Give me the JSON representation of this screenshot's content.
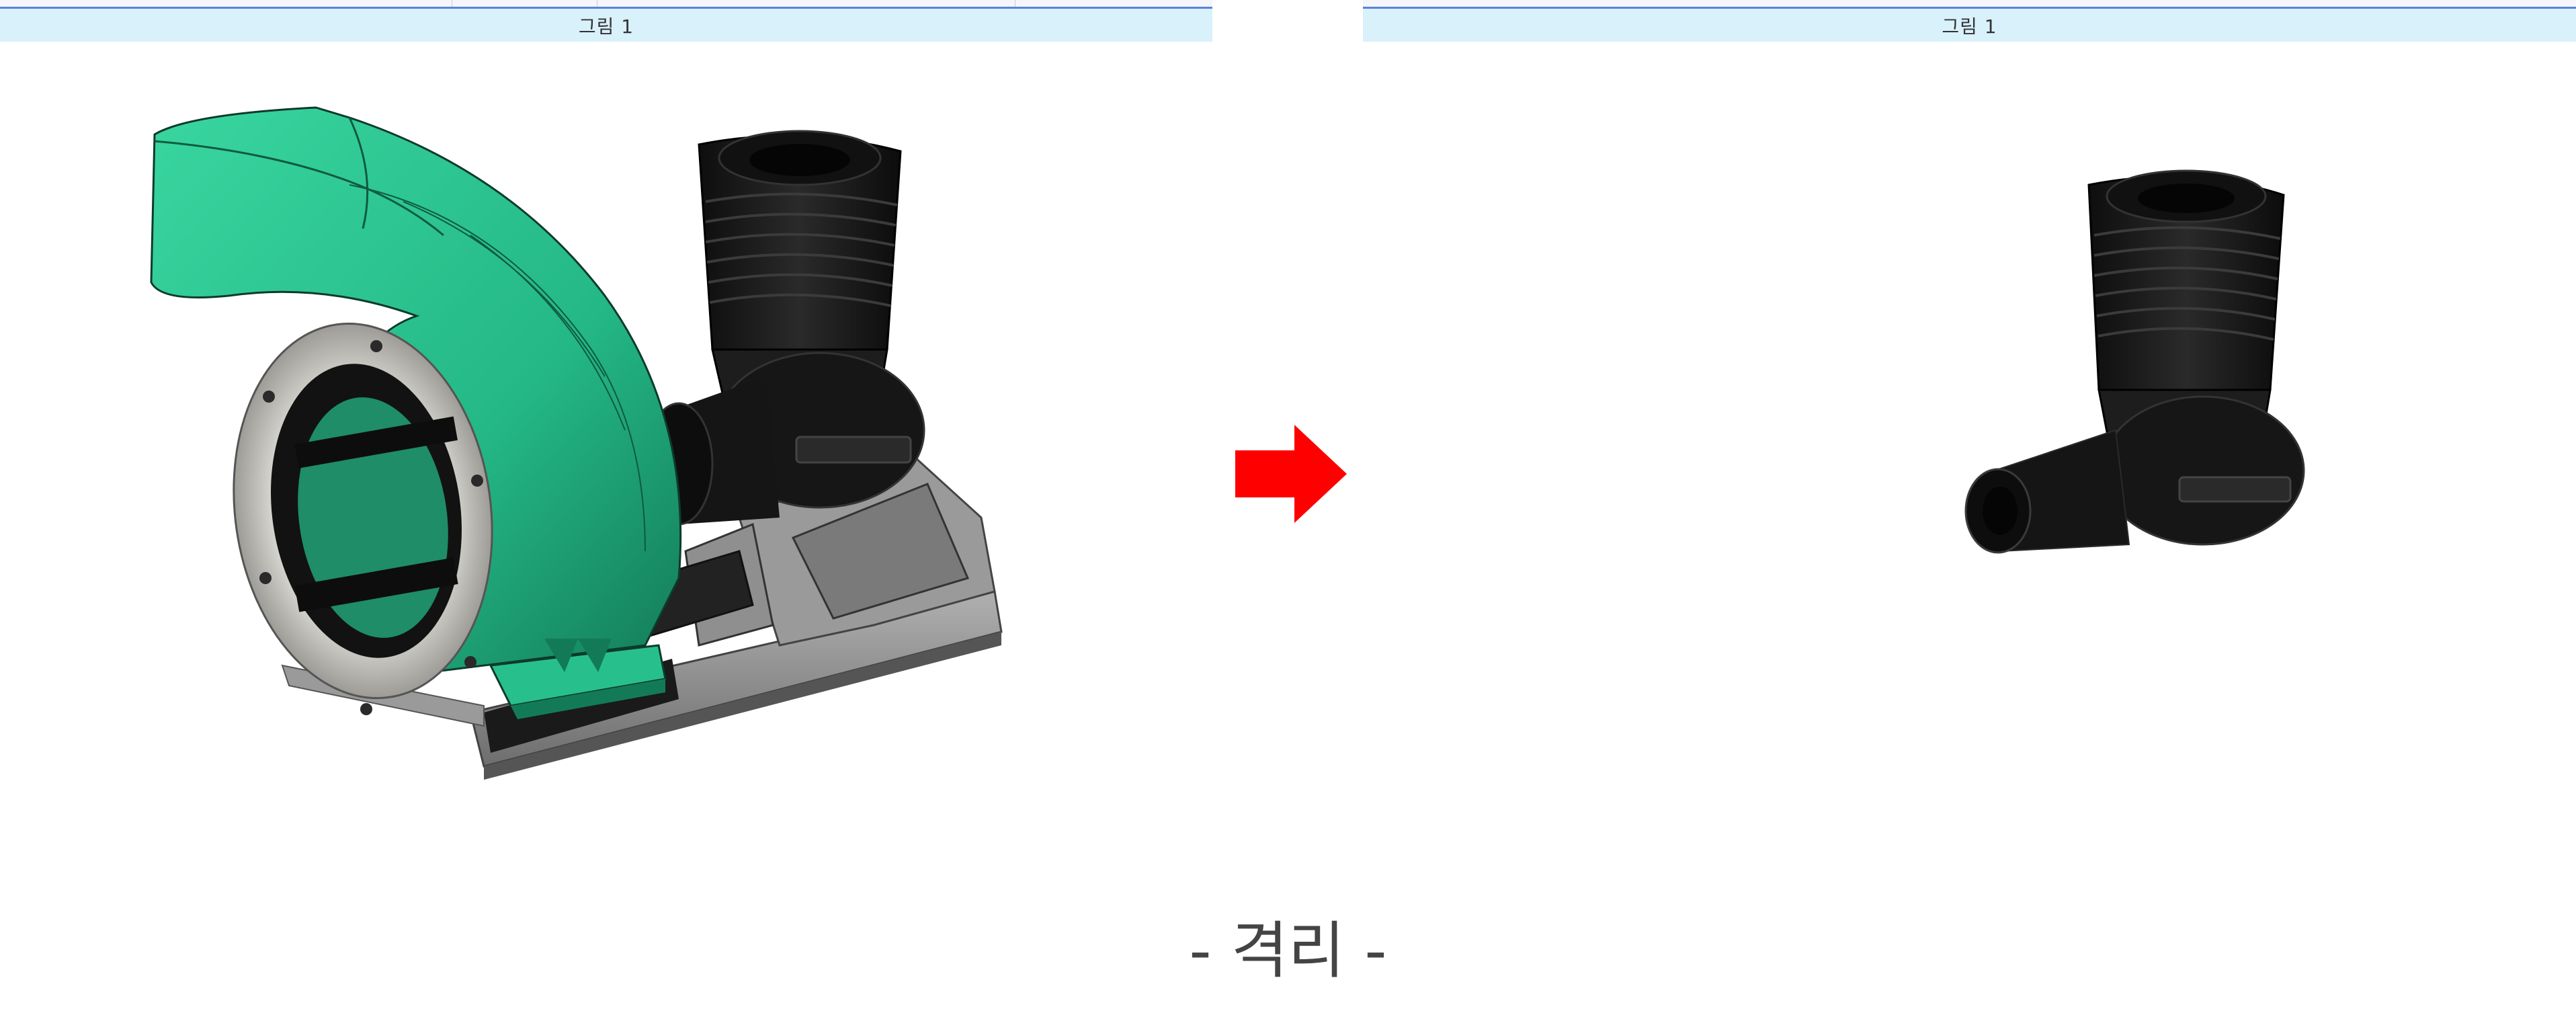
{
  "left_panel": {
    "title": "그림 1"
  },
  "right_panel": {
    "title": "그림 1"
  },
  "caption": "- 격리 -",
  "colors": {
    "title_bar_bg": "#d9f1fb",
    "title_bar_border": "#5c83d6",
    "housing_green": "#2bc68f",
    "engine_black": "#1a1a1a",
    "frame_gray": "#8c8c8c",
    "arrow_red": "#ff0000"
  },
  "icons": {
    "arrow": "arrow-right-icon"
  }
}
